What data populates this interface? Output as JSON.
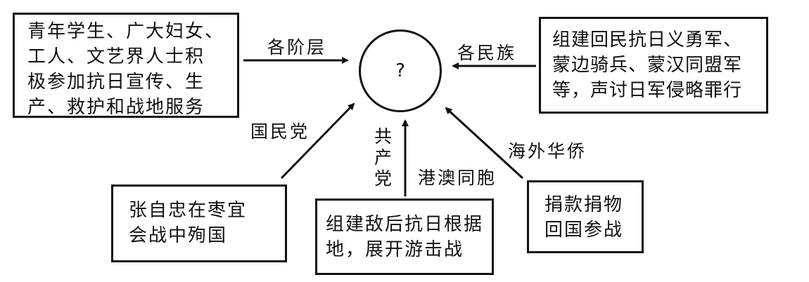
{
  "center": {
    "label": "?"
  },
  "boxes": {
    "masses": {
      "lines": [
        "青年学生、广大妇女、",
        "工人、文艺界人士积",
        "极参加抗日宣传、生",
        "产、救护和战地服务"
      ]
    },
    "ethnic": {
      "lines": [
        "组建回民抗日义勇军、",
        "蒙边骑兵、蒙汉同盟军",
        "等，声讨日军侵略罪行"
      ]
    },
    "kmt": {
      "lines": [
        "张自忠在枣宜",
        "会战中殉国"
      ]
    },
    "ccp": {
      "lines": [
        "组建敌后抗日根据",
        "地，展开游击战"
      ]
    },
    "overseas": {
      "lines": [
        "捐款捐物",
        "回国参战"
      ]
    }
  },
  "labels": {
    "all_classes": "各阶层",
    "all_ethnicities": "各民族",
    "kmt": "国民党",
    "ccp": [
      "共",
      "产",
      "党"
    ],
    "hk_macau": "港澳同胞",
    "overseas": "海外华侨"
  }
}
